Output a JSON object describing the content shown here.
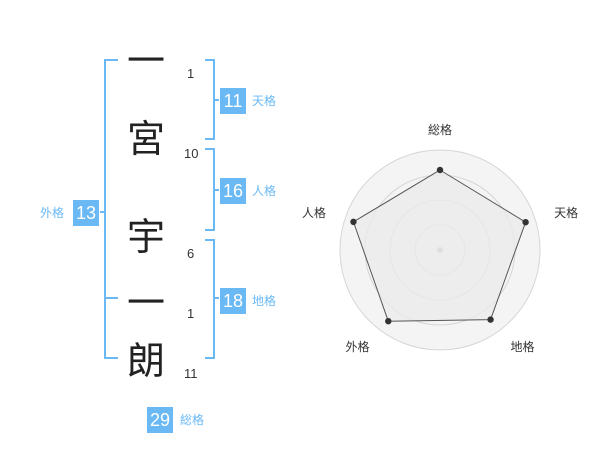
{
  "name_chars": [
    "一",
    "宮",
    "宇",
    "一",
    "朗"
  ],
  "stroke_counts": [
    "1",
    "10",
    "6",
    "1",
    "11"
  ],
  "kaku": {
    "tenkaku": {
      "value": "11",
      "label": "天格"
    },
    "jinkaku": {
      "value": "16",
      "label": "人格"
    },
    "chikaku": {
      "value": "18",
      "label": "地格"
    },
    "gaikaku": {
      "value": "13",
      "label": "外格"
    },
    "soukaku": {
      "value": "29",
      "label": "総格"
    }
  },
  "chart_data": {
    "type": "radar",
    "axes": [
      "総格",
      "天格",
      "地格",
      "外格",
      "人格"
    ],
    "values": [
      0.8,
      0.9,
      0.86,
      0.88,
      0.91
    ],
    "rmax": 1,
    "rings": 4,
    "colors": {
      "fill": "#ebebeb",
      "line": "#555555",
      "point": "#333333",
      "ring": "#d6d6d6"
    }
  }
}
